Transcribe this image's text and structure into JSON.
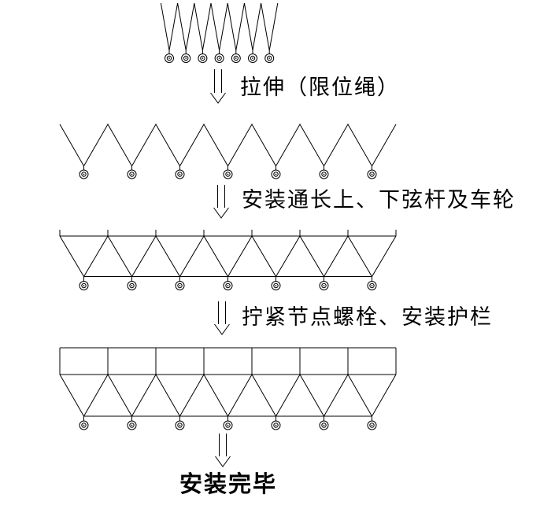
{
  "page": {
    "background_color": "#ffffff",
    "line_color": "#000000",
    "text_color": "#000000"
  },
  "flow": {
    "stages": [
      {
        "name": "collapsed-truss",
        "wheels": 7
      },
      {
        "name": "stretched-truss",
        "wheels": 7
      },
      {
        "name": "truss-with-chords",
        "wheels": 7
      },
      {
        "name": "truss-with-guardrail",
        "wheels": 7
      }
    ],
    "steps": [
      {
        "label": "拉伸（限位绳）"
      },
      {
        "label": "安装通长上、下弦杆及车轮"
      },
      {
        "label": "拧紧节点螺栓、安装护栏"
      }
    ],
    "final_label": "安装完毕"
  }
}
